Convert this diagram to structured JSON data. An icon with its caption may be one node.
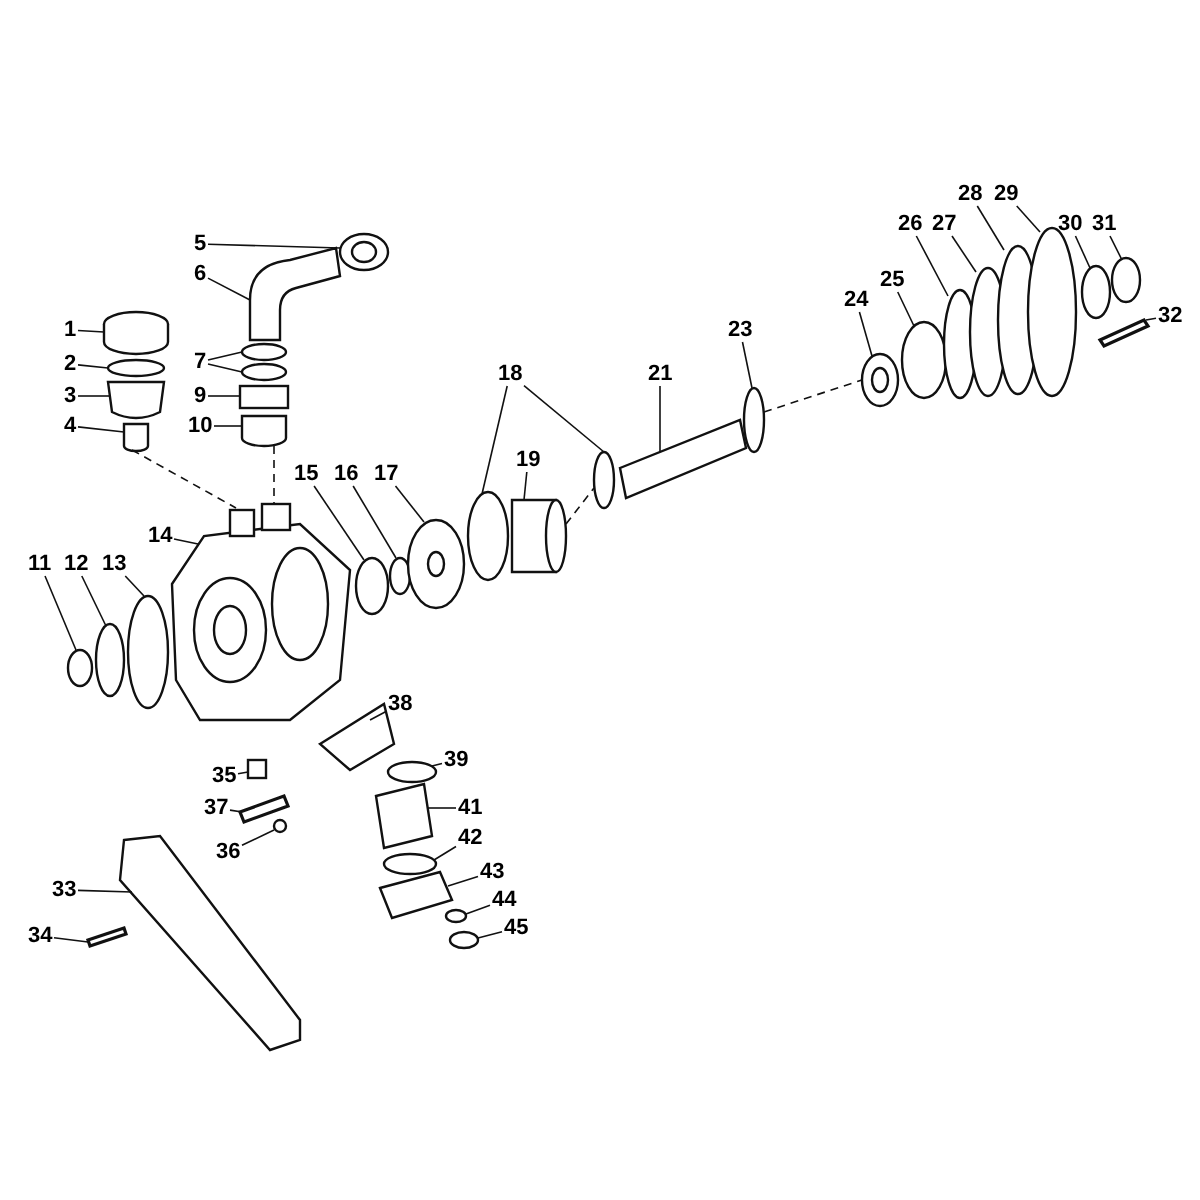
{
  "diagram": {
    "nodes": [
      {
        "text": [
          "1"
        ]
      },
      {
        "text": [
          "2"
        ]
      },
      {
        "text": [
          "3"
        ]
      },
      {
        "text": [
          "4"
        ]
      },
      {
        "text": [
          "5"
        ]
      },
      {
        "text": [
          "6"
        ]
      },
      {
        "text": [
          "7"
        ]
      },
      {
        "text": [
          "9"
        ]
      },
      {
        "text": [
          "10"
        ]
      },
      {
        "text": [
          "11"
        ]
      },
      {
        "text": [
          "12"
        ]
      },
      {
        "text": [
          "13"
        ]
      },
      {
        "text": [
          "14"
        ]
      },
      {
        "text": [
          "15"
        ]
      },
      {
        "text": [
          "16"
        ]
      },
      {
        "text": [
          "17"
        ]
      },
      {
        "text": [
          "18"
        ]
      },
      {
        "text": [
          "19"
        ]
      },
      {
        "text": [
          "21"
        ]
      },
      {
        "text": [
          "23"
        ]
      },
      {
        "text": [
          "24"
        ]
      },
      {
        "text": [
          "25"
        ]
      },
      {
        "text": [
          "26"
        ]
      },
      {
        "text": [
          "27"
        ]
      },
      {
        "text": [
          "28"
        ]
      },
      {
        "text": [
          "29"
        ]
      },
      {
        "text": [
          "30"
        ]
      },
      {
        "text": [
          "31"
        ]
      },
      {
        "text": [
          "32"
        ]
      },
      {
        "text": [
          "33"
        ]
      },
      {
        "text": [
          "34"
        ]
      },
      {
        "text": [
          "35"
        ]
      },
      {
        "text": [
          "36"
        ]
      },
      {
        "text": [
          "37"
        ]
      },
      {
        "text": [
          "38"
        ]
      },
      {
        "text": [
          "39"
        ]
      },
      {
        "text": [
          "41"
        ]
      },
      {
        "text": [
          "42"
        ]
      },
      {
        "text": [
          "43"
        ]
      },
      {
        "text": [
          "44"
        ]
      },
      {
        "text": [
          "45"
        ]
      },
      {
        "text": [],
        "shape": "cylinder"
      },
      {
        "text": [],
        "shape": "circle"
      },
      {
        "text": [],
        "shape": "box"
      },
      {
        "text": [],
        "shape": "cylinder"
      },
      {
        "text": [],
        "shape": "circle"
      },
      {
        "text": [],
        "shape": "picture"
      },
      {
        "text": [],
        "shape": "circle"
      },
      {
        "text": [],
        "shape": "circle"
      },
      {
        "text": [],
        "shape": "cylinder"
      },
      {
        "text": [],
        "shape": "cylinder"
      },
      {
        "text": [],
        "shape": "circle"
      },
      {
        "text": [],
        "shape": "circle"
      },
      {
        "text": [],
        "shape": "circle"
      },
      {
        "text": [],
        "shape": "picture"
      },
      {
        "text": [],
        "shape": "circle"
      },
      {
        "text": [],
        "shape": "circle"
      },
      {
        "text": [],
        "shape": "circle"
      },
      {
        "text": [],
        "shape": "circle"
      },
      {
        "text": [],
        "shape": "cylinder"
      },
      {
        "text": [],
        "shape": "circle"
      },
      {
        "text": [],
        "shape": "cylinder"
      },
      {
        "text": [],
        "shape": "circle"
      },
      {
        "text": [],
        "shape": "circle"
      },
      {
        "text": [],
        "shape": "circle"
      },
      {
        "text": [],
        "shape": "circle"
      },
      {
        "text": [],
        "shape": "circle"
      },
      {
        "text": [],
        "shape": "circle"
      },
      {
        "text": [],
        "shape": "circle"
      },
      {
        "text": [],
        "shape": "circle"
      },
      {
        "text": [],
        "shape": "circle"
      },
      {
        "text": [],
        "shape": "bar"
      },
      {
        "text": [],
        "shape": "picture"
      },
      {
        "text": [],
        "shape": "bar"
      },
      {
        "text": [],
        "shape": "box"
      },
      {
        "text": [],
        "shape": "circle"
      },
      {
        "text": [],
        "shape": "bar"
      },
      {
        "text": [],
        "shape": "picture"
      },
      {
        "text": [],
        "shape": "circle"
      },
      {
        "text": [],
        "shape": "cylinder"
      },
      {
        "text": [],
        "shape": "circle"
      },
      {
        "text": [],
        "shape": "picture"
      },
      {
        "text": [],
        "shape": "circle"
      },
      {
        "text": [],
        "shape": "circle"
      }
    ],
    "edges": [
      {
        "from": 0,
        "to": 41,
        "arrow": "none"
      },
      {
        "from": 1,
        "to": 42,
        "arrow": "none"
      },
      {
        "from": 2,
        "to": 43,
        "arrow": "none"
      },
      {
        "from": 3,
        "to": 44,
        "arrow": "none"
      },
      {
        "from": 4,
        "to": 45,
        "arrow": "none"
      },
      {
        "from": 5,
        "to": 46,
        "arrow": "none"
      },
      {
        "from": 6,
        "to": 47,
        "arrow": "none"
      },
      {
        "from": 6,
        "to": 48,
        "arrow": "none"
      },
      {
        "from": 7,
        "to": 49,
        "arrow": "none"
      },
      {
        "from": 8,
        "to": 50,
        "arrow": "none"
      },
      {
        "from": 9,
        "to": 51,
        "arrow": "none"
      },
      {
        "from": 10,
        "to": 52,
        "arrow": "none"
      },
      {
        "from": 11,
        "to": 53,
        "arrow": "none"
      },
      {
        "from": 12,
        "to": 54,
        "arrow": "none"
      },
      {
        "from": 13,
        "to": 55,
        "arrow": "none"
      },
      {
        "from": 14,
        "to": 56,
        "arrow": "none"
      },
      {
        "from": 15,
        "to": 57,
        "arrow": "none"
      },
      {
        "from": 16,
        "to": 58,
        "arrow": "none"
      },
      {
        "from": 16,
        "to": 60,
        "arrow": "none"
      },
      {
        "from": 17,
        "to": 59,
        "arrow": "none"
      },
      {
        "from": 18,
        "to": 61,
        "arrow": "none"
      },
      {
        "from": 19,
        "to": 62,
        "arrow": "none"
      },
      {
        "from": 20,
        "to": 63,
        "arrow": "none"
      },
      {
        "from": 21,
        "to": 64,
        "arrow": "none"
      },
      {
        "from": 22,
        "to": 65,
        "arrow": "none"
      },
      {
        "from": 23,
        "to": 66,
        "arrow": "none"
      },
      {
        "from": 24,
        "to": 67,
        "arrow": "none"
      },
      {
        "from": 25,
        "to": 68,
        "arrow": "none"
      },
      {
        "from": 26,
        "to": 69,
        "arrow": "none"
      },
      {
        "from": 27,
        "to": 70,
        "arrow": "none"
      },
      {
        "from": 28,
        "to": 71,
        "arrow": "none"
      },
      {
        "from": 29,
        "to": 72,
        "arrow": "none"
      },
      {
        "from": 30,
        "to": 73,
        "arrow": "none"
      },
      {
        "from": 31,
        "to": 74,
        "arrow": "none"
      },
      {
        "from": 32,
        "to": 75,
        "arrow": "none"
      },
      {
        "from": 33,
        "to": 76,
        "arrow": "none"
      },
      {
        "from": 34,
        "to": 77,
        "arrow": "none"
      },
      {
        "from": 35,
        "to": 78,
        "arrow": "none"
      },
      {
        "from": 36,
        "to": 79,
        "arrow": "none"
      },
      {
        "from": 37,
        "to": 80,
        "arrow": "none"
      },
      {
        "from": 38,
        "to": 81,
        "arrow": "none"
      },
      {
        "from": 39,
        "to": 82,
        "arrow": "none"
      },
      {
        "from": 40,
        "to": 83,
        "arrow": "none"
      },
      {
        "from": 44,
        "to": 54,
        "arrow": "none",
        "style": "dashed"
      },
      {
        "from": 50,
        "to": 54,
        "arrow": "none",
        "style": "dashed"
      },
      {
        "from": 59,
        "to": 60,
        "arrow": "none",
        "style": "dashed"
      },
      {
        "from": 62,
        "to": 63,
        "arrow": "none",
        "style": "dashed"
      }
    ]
  }
}
